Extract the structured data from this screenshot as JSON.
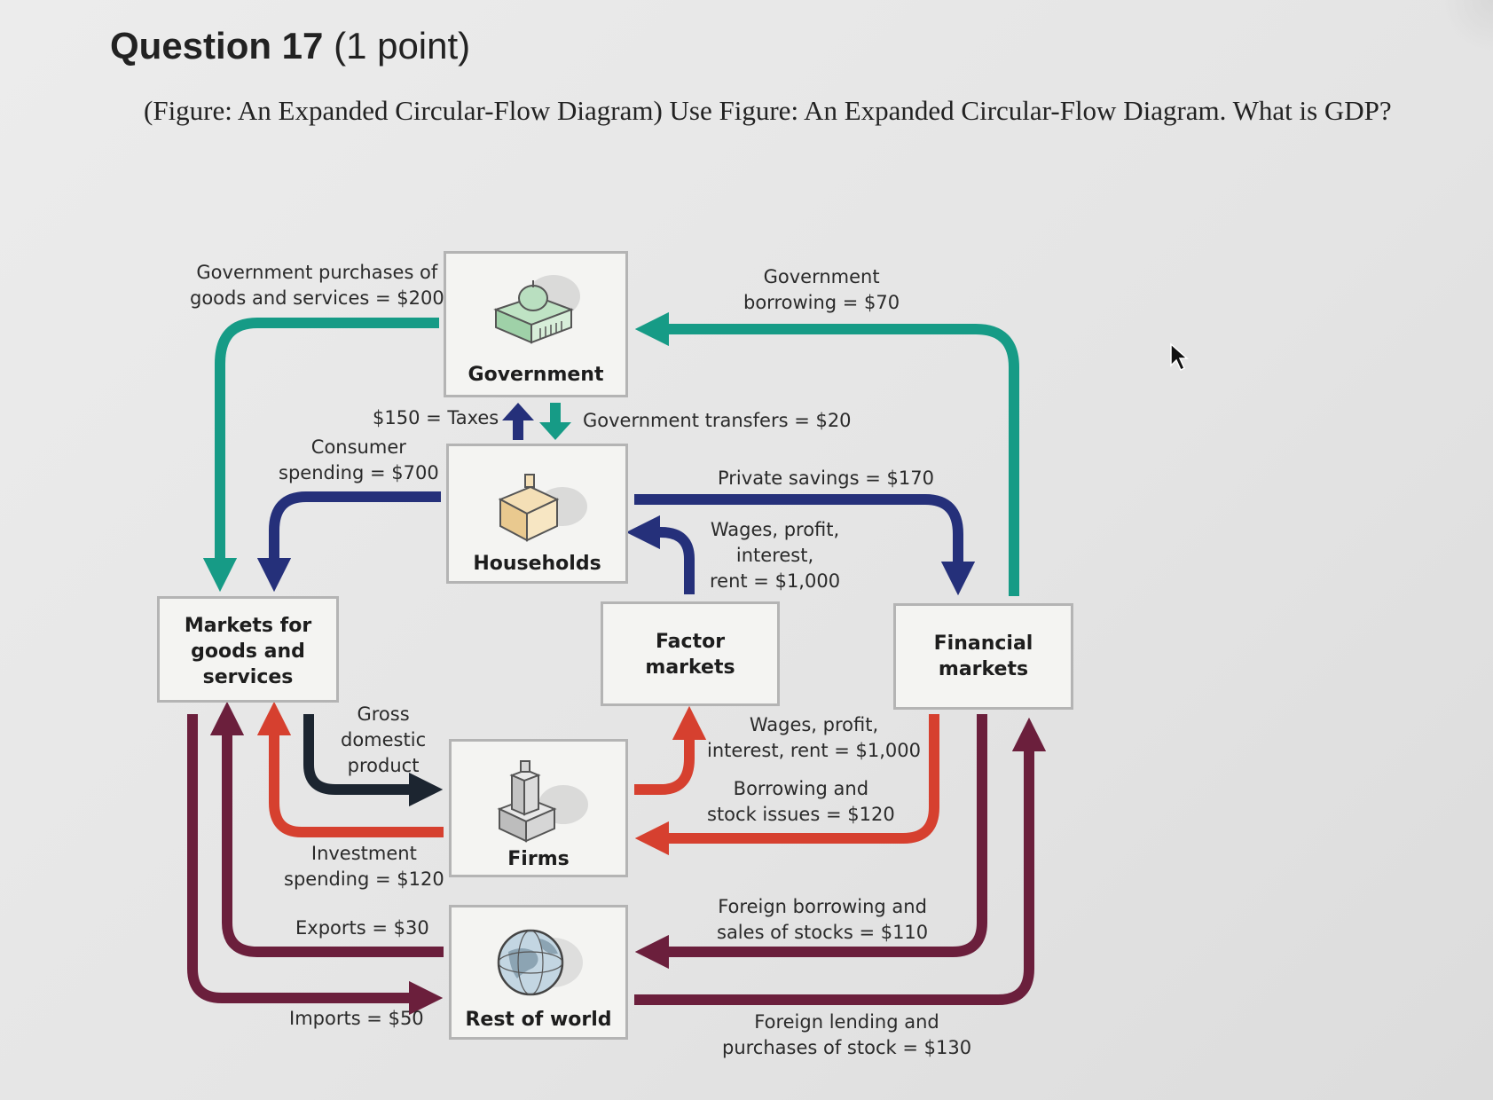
{
  "question": {
    "number": "Question 17",
    "points": "(1 point)",
    "text": "(Figure: An Expanded Circular-Flow Diagram) Use Figure: An Expanded Circular-Flow Diagram. What is GDP?"
  },
  "diagram": {
    "boxes": {
      "government": "Government",
      "households": "Households",
      "markets": "Markets for\ngoods and\nservices",
      "factor": "Factor\nmarkets",
      "financial": "Financial\nmarkets",
      "firms": "Firms",
      "row": "Rest of world"
    },
    "flows": {
      "gov_purchases": "Government purchases of\ngoods and services = $200",
      "gov_borrowing": "Government\nborrowing = $70",
      "taxes": "$150 = Taxes",
      "transfers": "Government transfers = $20",
      "consumer": "Consumer\nspending = $700",
      "savings": "Private savings = $170",
      "wages_top": "Wages, profit,\ninterest,\nrent = $1,000",
      "gdp": "Gross\ndomestic\nproduct",
      "wages_bottom": "Wages, profit,\ninterest, rent = $1,000",
      "borrowing_stock": "Borrowing and\nstock issues = $120",
      "investment": "Investment\nspending = $120",
      "exports": "Exports = $30",
      "foreign_borrowing": "Foreign borrowing and\nsales of stocks = $110",
      "imports": "Imports = $50",
      "foreign_lending": "Foreign lending and\npurchases of stock = $130"
    },
    "colors": {
      "teal": "#169b86",
      "navy": "#25307a",
      "black": "#1c2530",
      "red": "#d6402f",
      "maroon": "#6b1f3c"
    },
    "icons": [
      "government-building-icon",
      "house-icon",
      "factory-icon",
      "globe-icon",
      "mouse-cursor-icon"
    ]
  }
}
